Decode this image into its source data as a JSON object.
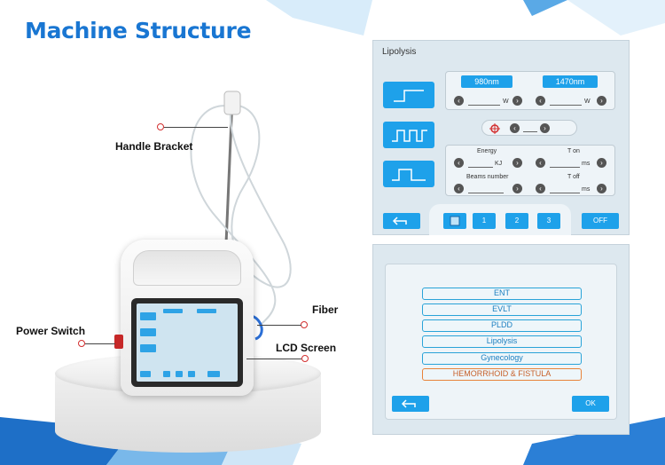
{
  "header": {
    "title": "Machine Structure"
  },
  "labels": {
    "handle_bracket": "Handle Bracket",
    "fiber": "Fiber",
    "power_switch": "Power Switch",
    "lcd_screen": "LCD Screen"
  },
  "panel_top": {
    "title": "Lipolysis",
    "wavelength_1": "980nm",
    "wavelength_2": "1470nm",
    "power_unit": "W",
    "energy_label": "Energy",
    "energy_unit": "KJ",
    "t_on_label": "T on",
    "t_on_unit": "ms",
    "beams_label": "Beams number",
    "t_off_label": "T off",
    "t_off_unit": "ms",
    "preset_1": "1",
    "preset_2": "2",
    "preset_3": "3",
    "off_label": "OFF"
  },
  "panel_bottom": {
    "menu": [
      "ENT",
      "EVLT",
      "PLDD",
      "Lipolysis",
      "Gynecology",
      "HEMORRHOID & FISTULA"
    ],
    "ok_label": "OK"
  },
  "colors": {
    "accent": "#1ea1ea",
    "title": "#1976d2",
    "highlight_item": "#e8833a"
  }
}
